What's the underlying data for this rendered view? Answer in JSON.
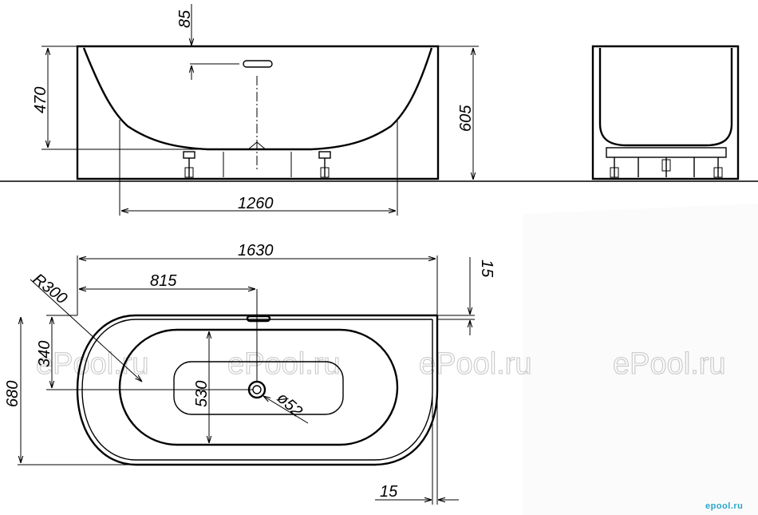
{
  "dimensions": {
    "overflow_height": "85",
    "inner_depth": "470",
    "total_height": "605",
    "bottom_length": "1260",
    "overall_length": "1630",
    "half_length": "815",
    "wall_offset_top": "15",
    "wall_offset_bottom": "15",
    "corner_radius": "R300",
    "half_width": "340",
    "overall_width": "680",
    "inner_width": "530",
    "drain_diameter": "ø52"
  },
  "watermark": "ePool.ru",
  "logo": "epool.ru"
}
